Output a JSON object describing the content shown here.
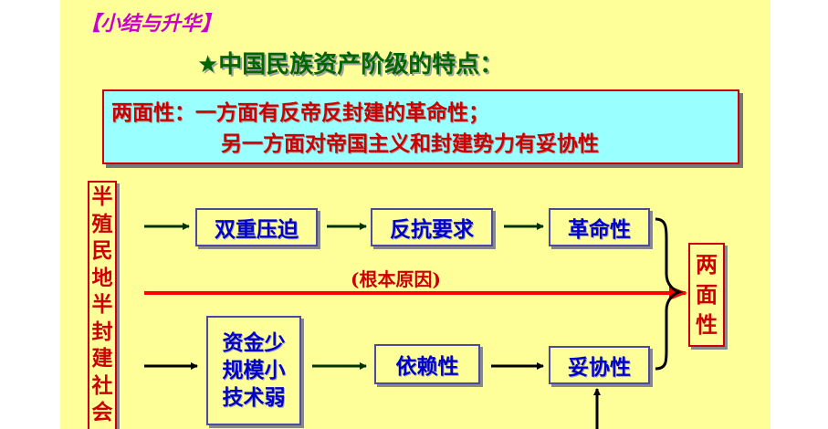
{
  "summary_tag": "【小结与升华】",
  "heading": "★中国民族资产阶级的特点：",
  "dual_nature": {
    "line1": "两面性：一方面有反帝反封建的革命性；",
    "line2": "另一方面对帝国主义和封建势力有妥协性"
  },
  "society_label": "半殖民地半封建社会",
  "top_chain": [
    "双重压迫",
    "反抗要求",
    "革命性"
  ],
  "root_cause": "(根本原因)",
  "bottom_chain": {
    "weakness": [
      "资金少",
      "规模小",
      "技术弱"
    ],
    "dependence": "依赖性",
    "compromise": "妥协性"
  },
  "result": "两面性",
  "colors": {
    "slide_background": "#ffff99",
    "heading": "#006600",
    "emphasis_red": "#cc0000",
    "node_text_blue": "#0000cc",
    "dual_box_fill": "#99ffff",
    "tag_magenta": "#cc00cc"
  }
}
